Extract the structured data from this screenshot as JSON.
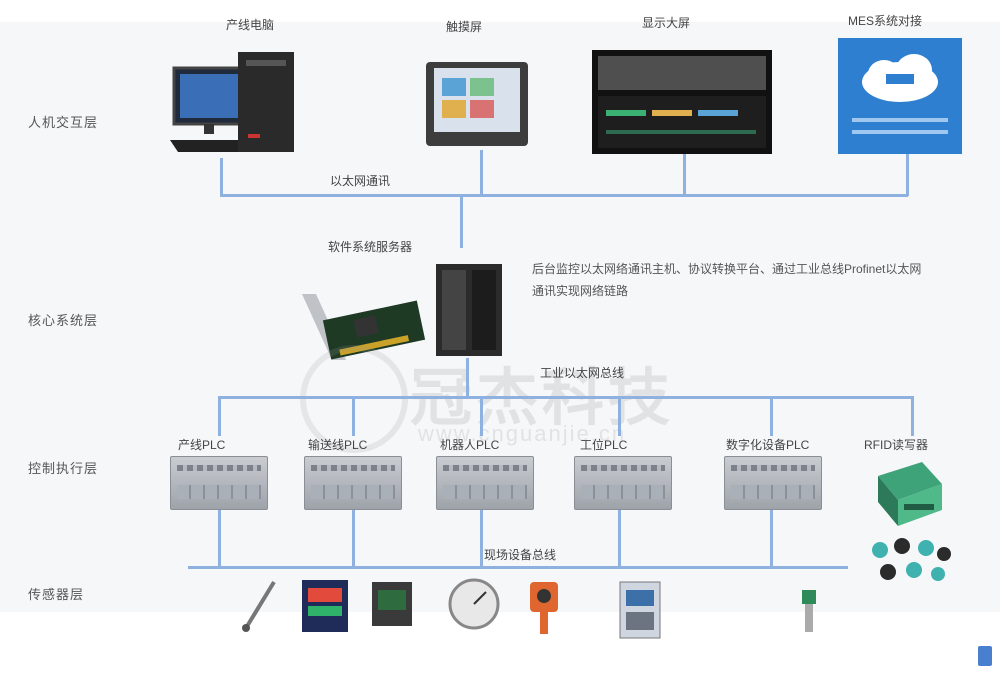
{
  "layers": {
    "hmi": "人机交互层",
    "core": "核心系统层",
    "control": "控制执行层",
    "sensing": "传感器层"
  },
  "hmi_devices": [
    {
      "label": "产线电脑",
      "icon": "desktop-pc-icon"
    },
    {
      "label": "触摸屏",
      "icon": "touch-panel-icon"
    },
    {
      "label": "显示大屏",
      "icon": "large-screen-icon"
    },
    {
      "label": "MES系统对接",
      "icon": "cloud-mes-icon"
    }
  ],
  "network": {
    "ethernet_label": "以太网通讯",
    "server_label": "软件系统服务器",
    "profinet_label": "工业以太网总线",
    "sensor_bus_label": "现场设备总线"
  },
  "core_note": "后台监控以太网络通讯主机、协议转换平台、通过工业总线Profinet以太网通讯实现网络链路",
  "plcs": [
    {
      "label": "产线PLC"
    },
    {
      "label": "输送线PLC"
    },
    {
      "label": "机器人PLC"
    },
    {
      "label": "工位PLC"
    },
    {
      "label": "数字化设备PLC"
    }
  ],
  "rfid": {
    "label": "RFID读写器"
  },
  "watermark": {
    "text": "冠杰科技",
    "url": "www.cnguanjie.cn"
  },
  "colors": {
    "bus": "#8fb1e0",
    "panel": "#f6f7f9"
  }
}
